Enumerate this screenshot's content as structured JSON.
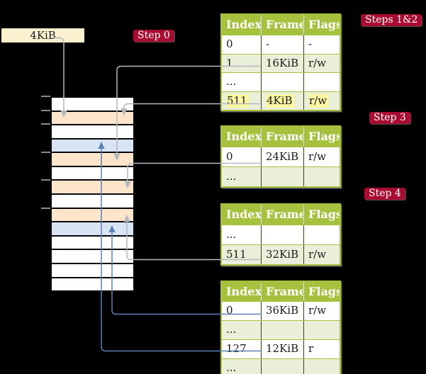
{
  "palette": {
    "background": "#000000",
    "badge_red": "#a90c31",
    "box_cream": "#fbf1ce",
    "table_header_green": "#a6c13d",
    "table_row_green": "#e9efd8",
    "highlight_yellow": "#fbf6a2",
    "memory_orange": "#fde5cb",
    "memory_blue": "#d8e4f3",
    "grey_line": "#b4b8bf",
    "blue_line": "#5d81b6"
  },
  "frame_box": {
    "label": "4KiB"
  },
  "badges": [
    {
      "label": "Step 0"
    },
    {
      "label": "Steps 1&2"
    },
    {
      "label": "Step 3"
    },
    {
      "label": "Step 4"
    }
  ],
  "memory": {
    "rows": [
      "white",
      "orange",
      "white",
      "blue",
      "orange",
      "white",
      "orange",
      "white",
      "orange",
      "blue",
      "white",
      "white",
      "white",
      "white"
    ],
    "tick_rows": [
      0,
      1,
      2,
      4,
      6,
      8
    ]
  },
  "tables": [
    {
      "headers": [
        "Index",
        "Frame",
        "Flags"
      ],
      "rows": [
        {
          "cells": [
            "0",
            "-",
            "-"
          ],
          "shaded": false,
          "highlight": false
        },
        {
          "cells": [
            "1",
            "16KiB",
            "r/w"
          ],
          "shaded": true,
          "highlight": false
        },
        {
          "cells": [
            "...",
            "",
            ""
          ],
          "shaded": false,
          "highlight": false
        },
        {
          "cells": [
            "511",
            "4KiB",
            "r/w"
          ],
          "shaded": true,
          "highlight": true
        }
      ]
    },
    {
      "headers": [
        "Index",
        "Frame",
        "Flags"
      ],
      "rows": [
        {
          "cells": [
            "0",
            "24KiB",
            "r/w"
          ],
          "shaded": false,
          "highlight": false
        },
        {
          "cells": [
            "...",
            "",
            ""
          ],
          "shaded": true,
          "highlight": false
        }
      ]
    },
    {
      "headers": [
        "Index",
        "Frame",
        "Flags"
      ],
      "rows": [
        {
          "cells": [
            "...",
            "",
            ""
          ],
          "shaded": false,
          "highlight": false
        },
        {
          "cells": [
            "511",
            "32KiB",
            "r/w"
          ],
          "shaded": true,
          "highlight": false
        }
      ]
    },
    {
      "headers": [
        "Index",
        "Frame",
        "Flags"
      ],
      "rows": [
        {
          "cells": [
            "0",
            "36KiB",
            "r/w"
          ],
          "shaded": false,
          "highlight": false
        },
        {
          "cells": [
            "...",
            "",
            ""
          ],
          "shaded": true,
          "highlight": false
        },
        {
          "cells": [
            "127",
            "12KiB",
            "r"
          ],
          "shaded": false,
          "highlight": false
        },
        {
          "cells": [
            "...",
            "",
            ""
          ],
          "shaded": true,
          "highlight": false
        }
      ]
    }
  ],
  "connectors": [
    {
      "from": "frame-size-box",
      "to": "memory-frame-4KiB",
      "color": "grey"
    },
    {
      "from": "table1-index-1",
      "to": "memory-frame-16KiB",
      "color": "grey"
    },
    {
      "from": "table1-index-511",
      "to": "memory-frame-4KiB",
      "color": "grey"
    },
    {
      "from": "table2-index-0",
      "to": "memory-frame-24KiB",
      "color": "grey"
    },
    {
      "from": "table3-index-511",
      "to": "memory-frame-32KiB",
      "color": "grey"
    },
    {
      "from": "table4-index-0",
      "to": "memory-frame-36KiB",
      "color": "blue"
    },
    {
      "from": "table4-index-127",
      "to": "memory-frame-12KiB",
      "color": "blue"
    }
  ]
}
